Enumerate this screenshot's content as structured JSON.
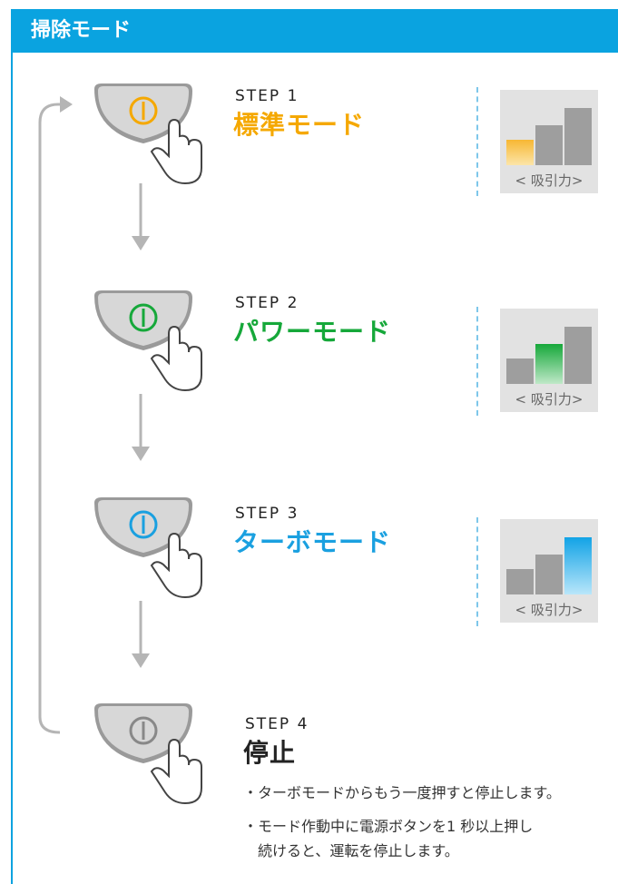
{
  "header": {
    "title": "掃除モード"
  },
  "steps": [
    {
      "step": "STEP 1",
      "mode": "標準モード",
      "color": "#f5a800"
    },
    {
      "step": "STEP 2",
      "mode": "パワーモード",
      "color": "#16a83a"
    },
    {
      "step": "STEP 3",
      "mode": "ターボモード",
      "color": "#1aa0e0"
    },
    {
      "step": "STEP 4",
      "mode": "停止",
      "color": "#222222"
    }
  ],
  "suction_label": "< 吸引力>",
  "notes": [
    "・ターボモードからもう一度押すと停止します。",
    "・モード作動中に電源ボタンを1 秒以上押し",
    "続けると、運転を停止します。"
  ],
  "icons": {
    "power_button": "power-icon",
    "finger": "pointing-hand-icon",
    "arrow": "arrow-down-icon"
  }
}
